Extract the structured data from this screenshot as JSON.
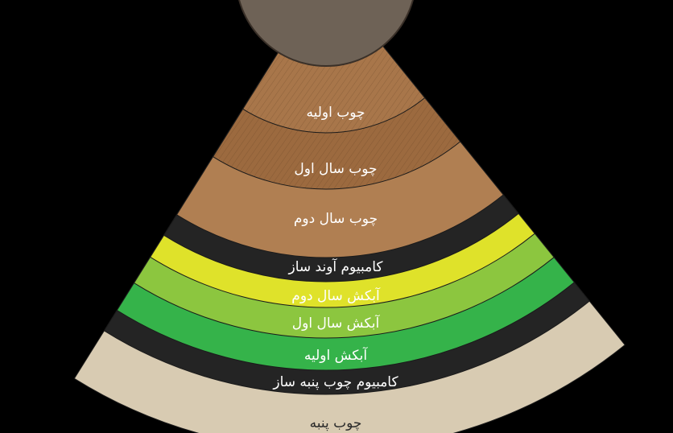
{
  "diagram": {
    "layers": [
      {
        "id": "cork",
        "label": "چوب پنبه",
        "fill": "#d8cbb2",
        "text_color": "#2a2a2a"
      },
      {
        "id": "cork-cambium",
        "label": "کامبیوم چوب پنبه ساز",
        "fill": "#242424",
        "text_color": "#ffffff"
      },
      {
        "id": "primary-phloem",
        "label": "آبکش اولیه",
        "fill": "#35b34a",
        "text_color": "#ffffff"
      },
      {
        "id": "first-year-phloem",
        "label": "آبکش سال اول",
        "fill": "#8cc63f",
        "text_color": "#ffffff"
      },
      {
        "id": "second-year-phloem",
        "label": "آبکش سال دوم",
        "fill": "#dfe22a",
        "text_color": "#ffffff"
      },
      {
        "id": "vascular-cambium",
        "label": "کامبیوم آوند ساز",
        "fill": "#242424",
        "text_color": "#ffffff"
      },
      {
        "id": "second-year-xylem",
        "label": "چوب سال دوم",
        "fill": "#b07f52",
        "text_color": "#ffffff"
      },
      {
        "id": "first-year-xylem",
        "label": "چوب سال اول",
        "fill": "#9c6a3f",
        "text_color": "#ffffff"
      },
      {
        "id": "primary-xylem",
        "label": "چوب اولیه",
        "fill": "#a8764a",
        "text_color": "#ffffff"
      }
    ],
    "pith_color": "#6e6256"
  }
}
